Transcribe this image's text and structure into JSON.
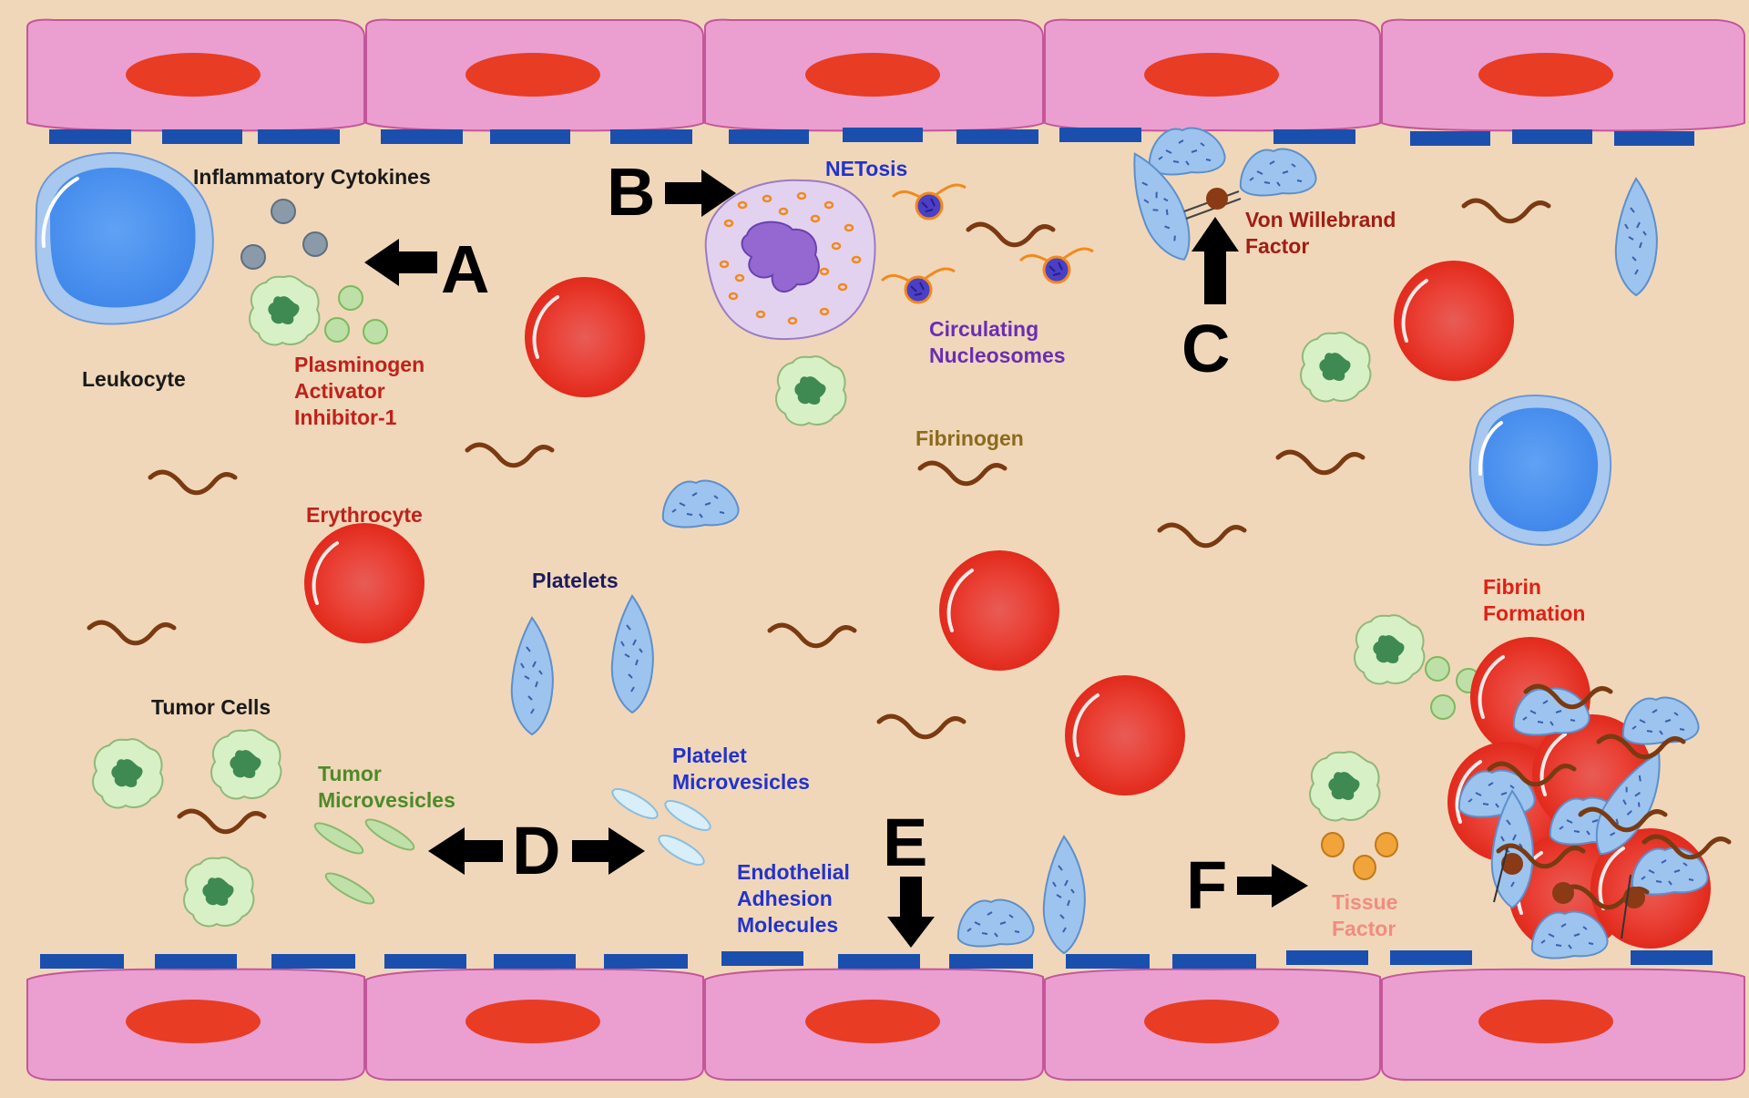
{
  "labels": {
    "inflammatory_cytokines": "Inflammatory Cytokines",
    "leukocyte": "Leukocyte",
    "pai1_line1": "Plasminogen",
    "pai1_line2": "Activator",
    "pai1_line3": "Inhibitor-1",
    "netosis": "NETosis",
    "circ_nuc_line1": "Circulating",
    "circ_nuc_line2": "Nucleosomes",
    "vwf_line1": "Von Willebrand",
    "vwf_line2": "Factor",
    "fibrinogen": "Fibrinogen",
    "erythrocyte": "Erythrocyte",
    "platelets": "Platelets",
    "tumor_cells": "Tumor Cells",
    "tumor_mv_line1": "Tumor",
    "tumor_mv_line2": "Microvesicles",
    "platelet_mv_line1": "Platelet",
    "platelet_mv_line2": "Microvesicles",
    "endo_line1": "Endothelial",
    "endo_line2": "Adhesion",
    "endo_line3": "Molecules",
    "tissue_factor_line1": "Tissue",
    "tissue_factor_line2": "Factor",
    "fibrin_line1": "Fibrin",
    "fibrin_line2": "Formation"
  },
  "markers": {
    "a": "A",
    "b": "B",
    "c": "C",
    "d": "D",
    "e": "E",
    "f": "F"
  },
  "colors": {
    "background": "#f1d7b9",
    "endothelium": "#ea9fd0",
    "nucleus": "#e83c24",
    "adhesion_molecule": "#1b4fae",
    "erythrocyte": "#ee3a2c",
    "leukocyte": "#4e95f0",
    "platelet": "#9cc4ee",
    "tumor_cell": "#d8f0c6",
    "fibrin": "#7a3a12",
    "label_red": "#c0211a",
    "label_blue": "#2233cc",
    "label_purple": "#6a2db5",
    "label_olive": "#8b6a1d",
    "label_green": "#4e8a2a",
    "label_pink": "#f08d80",
    "label_navy": "#1c1c5e"
  }
}
